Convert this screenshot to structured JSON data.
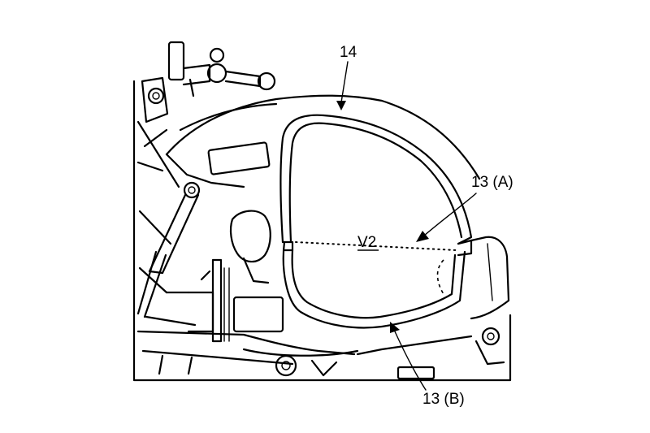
{
  "labels": {
    "frame_ref": "14",
    "airbag_ref_a": "13 (A)",
    "airbag_ref_b": "13 (B)",
    "volume_ref": "V2"
  }
}
